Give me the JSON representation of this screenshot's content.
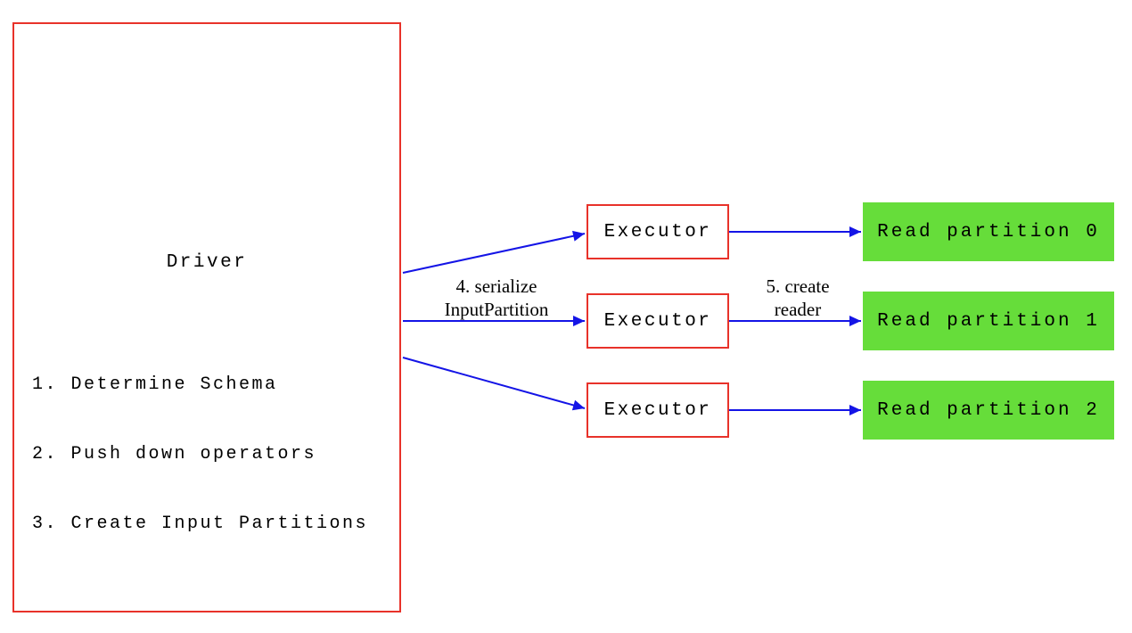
{
  "diagram": {
    "driver": {
      "title": "Driver",
      "steps": [
        "1. Determine Schema",
        "2. Push down operators",
        "3. Create Input Partitions"
      ]
    },
    "executors": [
      {
        "label": "Executor"
      },
      {
        "label": "Executor"
      },
      {
        "label": "Executor"
      }
    ],
    "partitions": [
      {
        "label": "Read partition 0"
      },
      {
        "label": "Read partition 1"
      },
      {
        "label": "Read partition 2"
      }
    ],
    "annotations": {
      "serialize_line1": "4. serialize",
      "serialize_line2": "InputPartition",
      "reader_line1": "5. create",
      "reader_line2": "reader"
    },
    "colors": {
      "box_border": "#e8322a",
      "arrow": "#1414e6",
      "partition_fill": "#66dd3a",
      "text": "#000000"
    }
  }
}
